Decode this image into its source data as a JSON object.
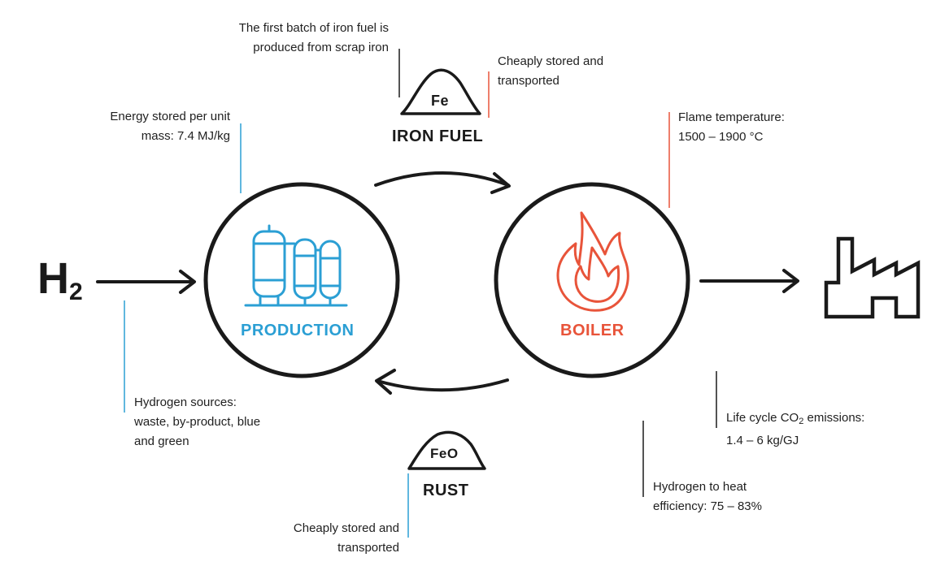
{
  "colors": {
    "ink": "#1a1a1a",
    "production": "#2b9fd4",
    "boiler": "#e8543a"
  },
  "diagram": {
    "input_label": "H",
    "input_subscript": "2",
    "iron_fuel": {
      "symbol": "Fe",
      "label": "IRON FUEL"
    },
    "rust": {
      "symbol": "FeO",
      "label": "RUST"
    },
    "production": {
      "label": "PRODUCTION",
      "icon": "factory-tanks-icon"
    },
    "boiler": {
      "label": "BOILER",
      "icon": "flame-icon"
    },
    "output_icon": "factory-icon"
  },
  "notes": {
    "first_batch": [
      "The first batch of iron fuel is",
      "produced from scrap iron"
    ],
    "fe_storage": [
      "Cheaply stored and",
      "transported"
    ],
    "energy": [
      "Energy stored per unit",
      "mass: 7.4 MJ/kg"
    ],
    "flame": [
      "Flame temperature:",
      "1500 – 1900 °C"
    ],
    "hydrogen_sources": [
      "Hydrogen sources:",
      "waste, by-product, blue",
      "and green"
    ],
    "lifecycle": {
      "prefix": "Life cycle CO",
      "subscript": "2",
      "suffix": " emissions:",
      "line2": "1.4 – 6 kg/GJ"
    },
    "efficiency": [
      "Hydrogen to heat",
      "efficiency: 75 – 83%"
    ],
    "rust_storage": [
      "Cheaply stored and",
      "transported"
    ]
  }
}
